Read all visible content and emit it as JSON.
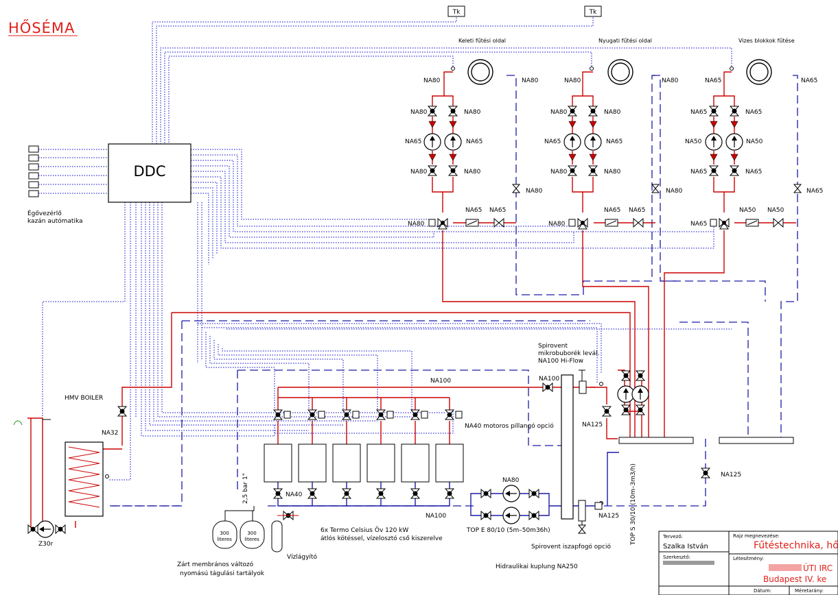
{
  "title": "HŐSÉMA",
  "ddc": "DDC",
  "tk1": "Tk",
  "tk2": "Tk",
  "circuits": {
    "east": "Keleti fűtési oldal",
    "west": "Nyugati fűtési oldal",
    "wet": "Vizes blokkok fűtése"
  },
  "labels": {
    "c1_top": "NA80",
    "c1_ret": "NA80",
    "c1_v1": "NA80",
    "c1_v2": "NA80",
    "c1_p1": "NA65",
    "c1_p2": "NA65",
    "c1_v3": "NA80",
    "c1_v4": "NA80",
    "c1_retv": "NA80",
    "c1_mix": "NA80",
    "c1_b1": "NA65",
    "c1_b2": "NA65",
    "c2_top": "NA80",
    "c2_ret": "NA80",
    "c2_v1": "NA80",
    "c2_v2": "NA80",
    "c2_p1": "NA65",
    "c2_p2": "NA65",
    "c2_v3": "NA80",
    "c2_v4": "NA80",
    "c2_retv": "NA80",
    "c2_mix": "NA80",
    "c2_b1": "NA65",
    "c2_b2": "NA65",
    "c3_top": "NA65",
    "c3_ret": "NA65",
    "c3_v1": "NA65",
    "c3_v2": "NA65",
    "c3_p1": "NA50",
    "c3_p2": "NA50",
    "c3_v3": "NA65",
    "c3_v4": "NA65",
    "c3_retv": "NA65",
    "c3_mix": "NA65",
    "c3_b1": "NA50",
    "c3_b2": "NA50",
    "na100_a": "NA100",
    "na100_b": "NA100",
    "na100_c": "NA100",
    "na125_a": "NA125",
    "na125_b": "NA125",
    "na125_c": "NA125",
    "na32": "NA32",
    "na40": "NA40",
    "na80_pump": "NA80",
    "motoros": "NA40 motoros pillangó opció",
    "spirovent1": "Spirovent",
    "spirovent2": "mikrobuborék levál.",
    "spirovent3": "NA100 Hi-Flow",
    "hmv": "HMV BOILER",
    "egovezerlo1": "Égővezérlő",
    "egovezerlo2": "kazán autómatika",
    "z30r": "Z30r",
    "pressure": "2,5 bar 1\"",
    "tank1a": "300",
    "tank1b": "literes",
    "tank2a": "300",
    "tank2b": "literes",
    "vizlagyito": "Vízlágyító",
    "boilers1": "6x Termo Celsius Öv 120 kW",
    "boilers2": "átlós kötéssel, vízelosztó cső kiszerelve",
    "top_e": "TOP E 80/10 (5m–50m36h)",
    "top_s": "TOP S 30/10 (10m–3m3/h)",
    "iszap": "Spirovent iszapfogó opció",
    "hidraulikai": "Hidraulikai kuplung NA250",
    "tartaly1": "Zárt membrános változó",
    "tartaly2": "nyomású tágulási tartályok"
  },
  "titleblock": {
    "tervezo_label": "Tervező:",
    "tervezo": "Szalka István",
    "szerkeszto_label": "Szerkesztő:",
    "rajz_label": "Rajz megnevezése:",
    "rajz": "Fűtéstechnika, hősé",
    "letesitmeny_label": "Létesítmény:",
    "letesitmeny1": "ÚTI IRC",
    "letesitmeny2": "Budapest IV. ke",
    "datum_label": "Dátum:",
    "meretarany_label": "Méretarány:"
  },
  "colors": {
    "supply": "#cc0000",
    "return": "#1a1aa6",
    "control": "#0000cc",
    "title": "#e0201a"
  }
}
